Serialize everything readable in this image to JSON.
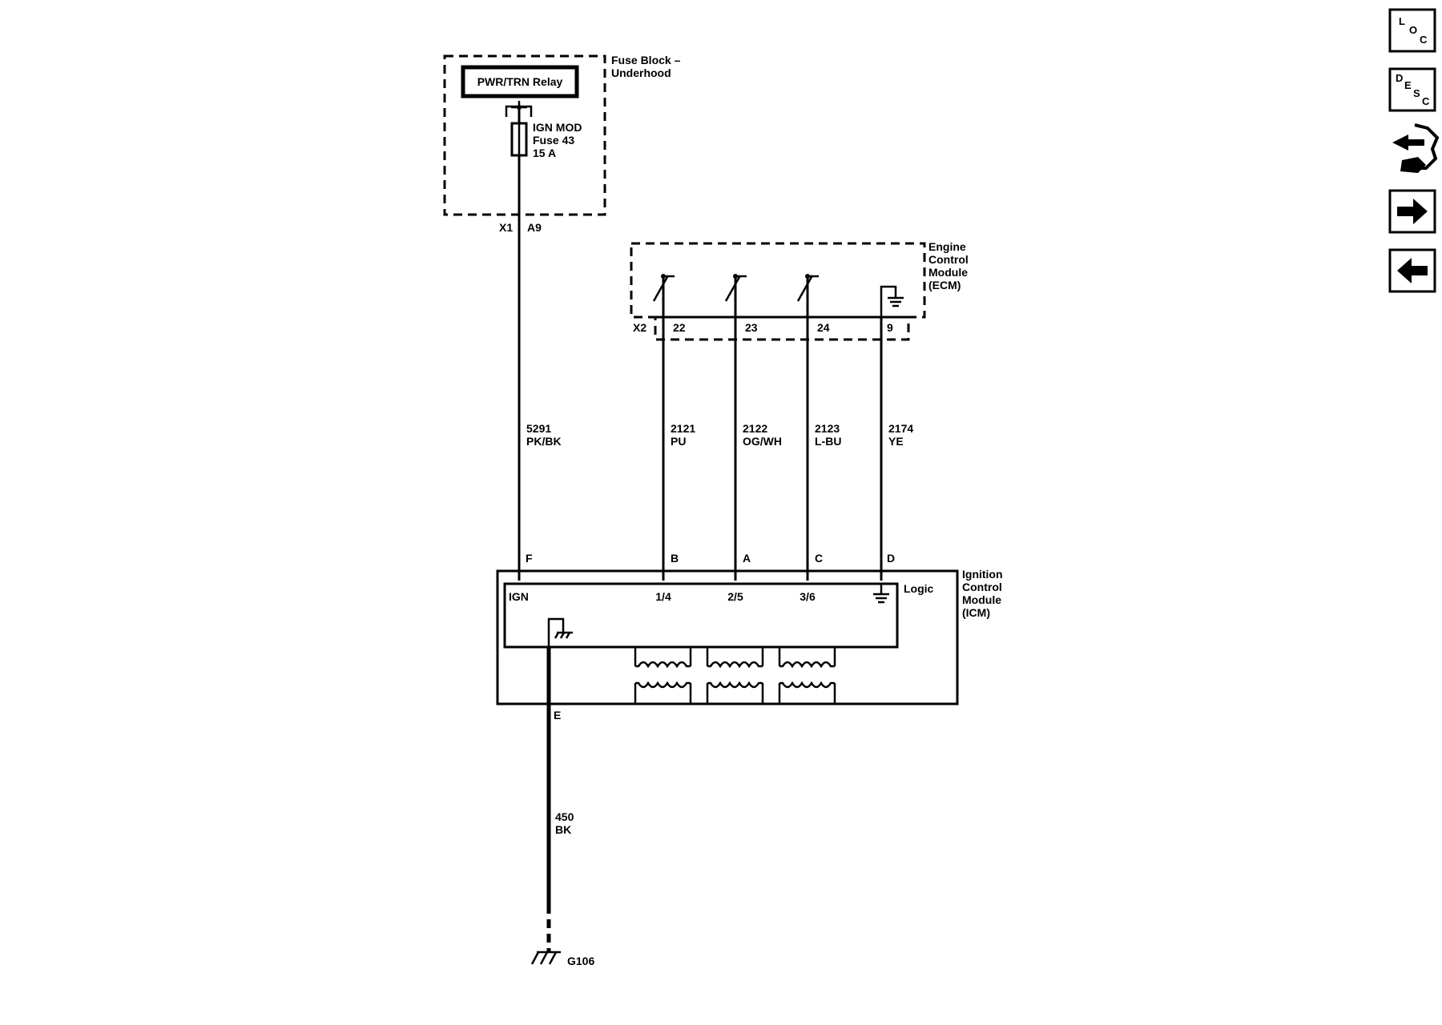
{
  "fuse_block": {
    "title_line1": "Fuse Block –",
    "title_line2": "Underhood",
    "relay_label": "PWR/TRN Relay",
    "fuse_line1": "IGN MOD",
    "fuse_line2": "Fuse 43",
    "fuse_line3": "15 A",
    "connector": "X1",
    "pin": "A9"
  },
  "ecm": {
    "title_line1": "Engine",
    "title_line2": "Control",
    "title_line3": "Module",
    "title_line4": "(ECM)",
    "connector": "X2",
    "pins": [
      "22",
      "23",
      "24",
      "9"
    ]
  },
  "wires": [
    {
      "circuit": "5291",
      "color": "PK/BK"
    },
    {
      "circuit": "2121",
      "color": "PU"
    },
    {
      "circuit": "2122",
      "color": "OG/WH"
    },
    {
      "circuit": "2123",
      "color": "L-BU"
    },
    {
      "circuit": "2174",
      "color": "YE"
    },
    {
      "circuit": "450",
      "color": "BK"
    }
  ],
  "icm": {
    "title_line1": "Ignition",
    "title_line2": "Control",
    "title_line3": "Module",
    "title_line4": "(ICM)",
    "logic_label": "Logic",
    "pins": [
      "F",
      "B",
      "A",
      "C",
      "D",
      "E"
    ],
    "inner_labels": [
      "IGN",
      "1/4",
      "2/5",
      "3/6"
    ]
  },
  "ground": {
    "label": "G106"
  },
  "nav": {
    "loc": {
      "l": "L",
      "o": "O",
      "c": "C"
    },
    "desc": {
      "d": "D",
      "e": "E",
      "s": "S",
      "c": "C"
    },
    "icons": [
      "connector-icon",
      "next-arrow-icon",
      "previous-arrow-icon"
    ]
  }
}
